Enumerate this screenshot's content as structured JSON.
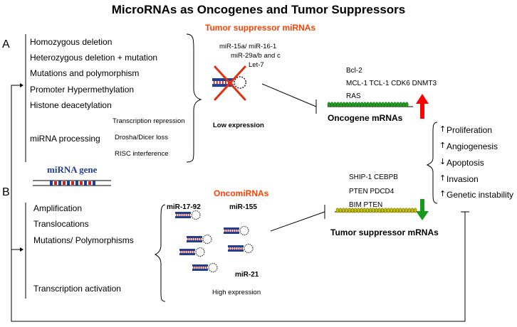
{
  "title": "MicroRNAs as Oncogenes and Tumor Suppressors",
  "panel_a": {
    "label": "A",
    "mechanisms": [
      "Homozygous deletion",
      "Heterozygous deletion + mutation",
      "Mutations and polymorphism",
      "Promoter Hypermethylation",
      "Histone deacetylation"
    ],
    "mirna_processing": {
      "label": "miRNA processing",
      "sub": [
        "Transcription repression",
        "Drosha/Dicer  loss",
        "RISC  interference"
      ]
    },
    "heading": "Tumor suppressor miRNAs",
    "mirnas": [
      "miR-15a/ miR-16-1",
      "miR-29a/b and c",
      "Let-7"
    ],
    "expression": "Low expression",
    "targets": [
      "Bcl-2",
      "MCL-1  TCL-1  CDK6  DNMT3",
      "RAS"
    ],
    "target_label": "Oncogene mRNAs"
  },
  "mirna_gene": "miRNA gene",
  "panel_b": {
    "label": "B",
    "mechanisms": [
      "Amplification",
      "Translocations",
      "Mutations/ Polymorphisms",
      "Transcription activation"
    ],
    "heading": "OncomiRNAs",
    "mirnas": [
      "miR-17-92",
      "miR-155",
      "miR-21"
    ],
    "expression": "High expression",
    "targets": [
      "SHIP-1   CEBPB",
      "PTEN   PDCD4",
      "BIM   PTEN"
    ],
    "target_label": "Tumor suppressor mRNAs"
  },
  "outcomes": [
    {
      "arrow": "↑",
      "label": "Proliferation"
    },
    {
      "arrow": "↑",
      "label": "Angiogenesis"
    },
    {
      "arrow": "↓",
      "label": "Apoptosis"
    },
    {
      "arrow": "↑",
      "label": "Invasion"
    },
    {
      "arrow": "↑",
      "label": "Genetic instability"
    }
  ],
  "colors": {
    "heading_red": "#ff4000",
    "gene_blue": "#1f3f8f",
    "oncogene_bead": "#22a020",
    "tsg_bead": "#c8c000",
    "up_arrow": "#ff0000",
    "down_arrow": "#1a9a1a"
  }
}
